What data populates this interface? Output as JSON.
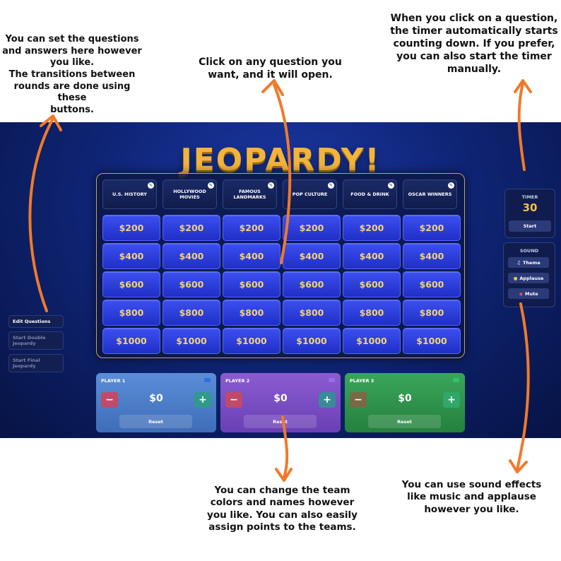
{
  "annotations": {
    "questions_note": [
      "You can set the questions",
      "and answers here however",
      "you like.",
      "The transitions between",
      "rounds are done using these",
      "buttons."
    ],
    "click_note": [
      "Click on any question you",
      "want, and it will open."
    ],
    "timer_note": [
      "When you click on a question,",
      "the timer automatically starts",
      "counting down. If you prefer,",
      "you can also start the timer",
      "manually."
    ],
    "team_note": [
      "You can change the team",
      "colors and names however",
      "you like. You can also easily",
      "assign points to the teams."
    ],
    "sound_note": [
      "You can use sound effects",
      "like music and applause",
      "however you like."
    ]
  },
  "game": {
    "title": "JEOPARDY!",
    "categories": [
      "U.S. HISTORY",
      "HOLLYWOOD MOVIES",
      "FAMOUS LANDMARKS",
      "POP CULTURE",
      "FOOD & DRINK",
      "OSCAR WINNERS"
    ],
    "values": [
      "$200",
      "$400",
      "$600",
      "$800",
      "$1000"
    ]
  },
  "sidebar": {
    "edit": "Edit Questions",
    "double": "Start Double Jeopardy",
    "final": "Start Final Jeopardy"
  },
  "timer": {
    "label": "TIMER",
    "value": "30",
    "start": "Start"
  },
  "sound": {
    "label": "SOUND",
    "theme": "Theme",
    "applause": "Applause",
    "mute": "Mute"
  },
  "players": [
    {
      "name": "PLAYER 1",
      "score": "$0",
      "minus": "−",
      "plus": "+",
      "reset": "Reset"
    },
    {
      "name": "PLAYER 2",
      "score": "$0",
      "minus": "−",
      "plus": "+",
      "reset": "Reset"
    },
    {
      "name": "PLAYER 3",
      "score": "$0",
      "minus": "−",
      "plus": "+",
      "reset": "Reset"
    }
  ],
  "colors": {
    "accent_arrow": "#f07a2a",
    "logo": "#f2b43b",
    "cell_text": "#f4d17a"
  }
}
